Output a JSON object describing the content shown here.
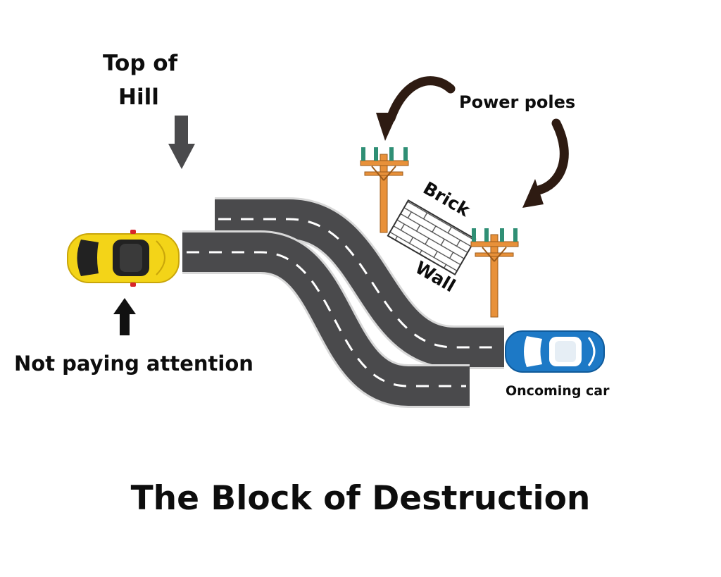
{
  "title": "The Block of Destruction",
  "labels": {
    "top_of_hill_line1": "Top of",
    "top_of_hill_line2": "Hill",
    "power_poles": "Power poles",
    "brick": "Brick",
    "wall": "Wall",
    "not_paying_attention": "Not paying attention",
    "oncoming_car": "Oncoming car"
  },
  "colors": {
    "road": "#4a4a4c",
    "lane_marking": "#ffffff",
    "yellow_car": "#f3d418",
    "blue_car": "#1d79c6",
    "pole_wood": "#e8913a",
    "curved_arrow": "#2e1b12",
    "down_arrow": "#4a4a4c",
    "up_arrow": "#111111"
  },
  "icons": [
    "yellow-car-icon",
    "blue-car-icon",
    "utility-pole-icon",
    "brick-wall-icon",
    "down-arrow-icon",
    "up-arrow-icon",
    "curved-arrow-icon"
  ]
}
